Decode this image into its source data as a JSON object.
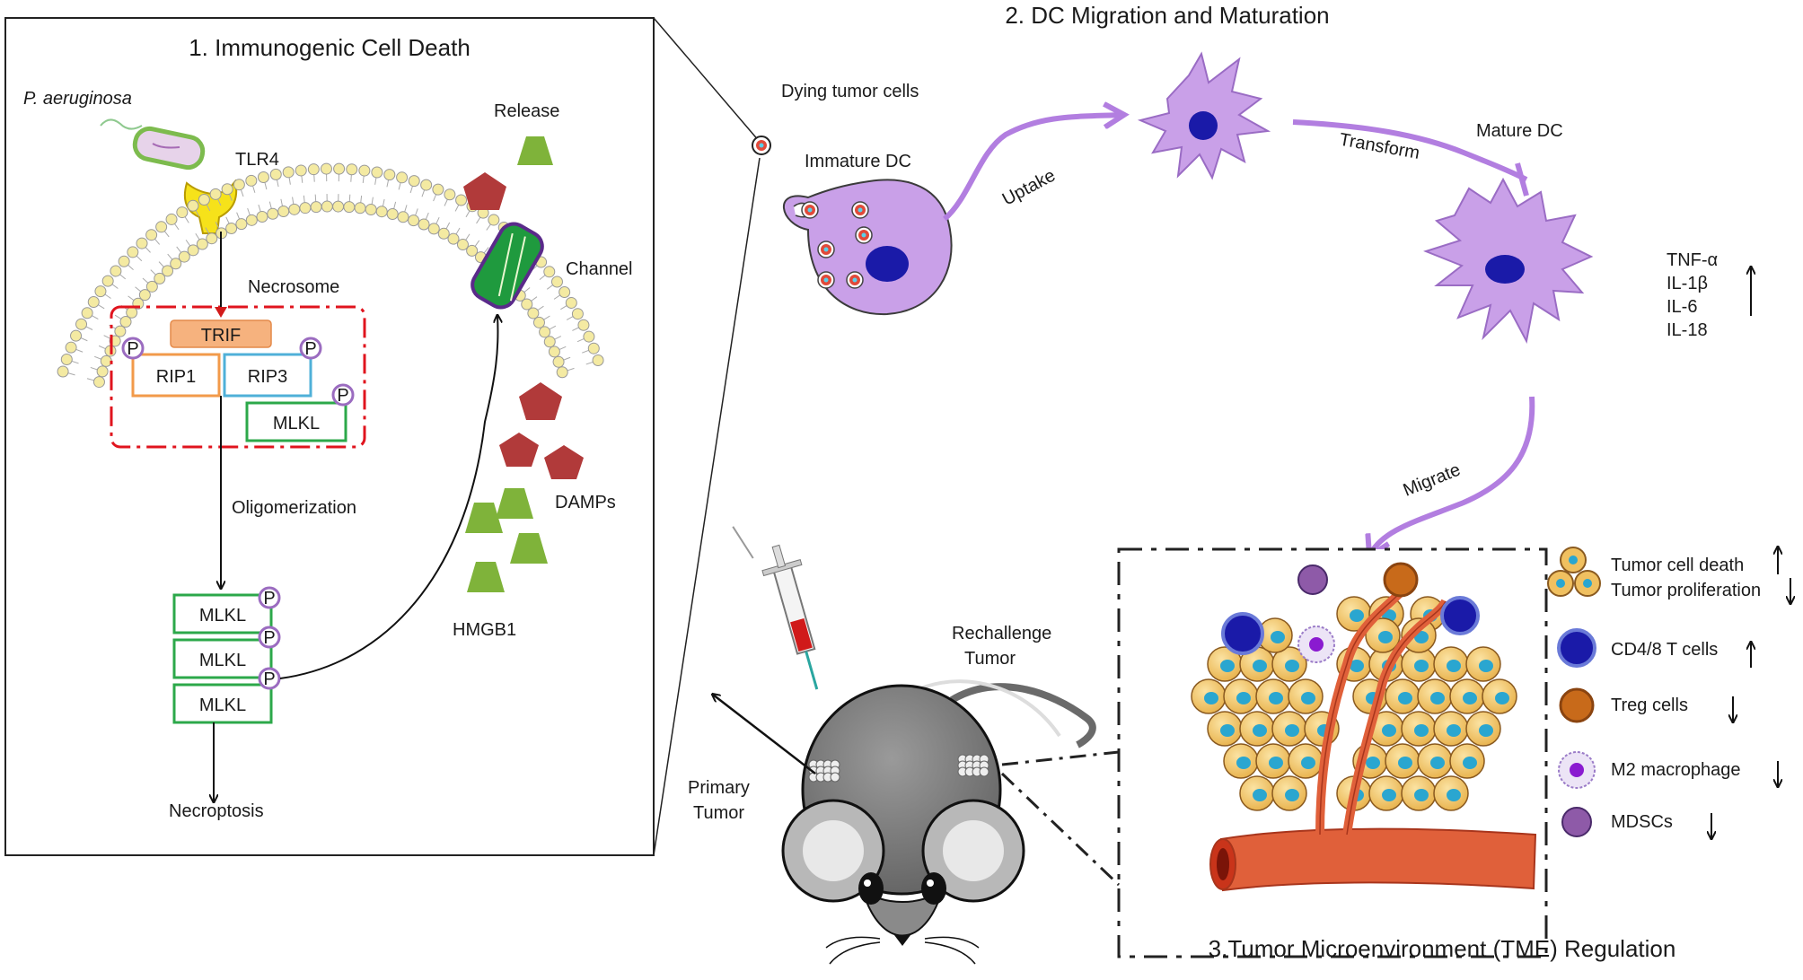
{
  "panel1": {
    "title": "1. Immunogenic Cell Death",
    "pathogen": "P. aeruginosa",
    "receptor": "TLR4",
    "release": "Release",
    "channel": "Channel",
    "necrosome": "Necrosome",
    "trif": "TRIF",
    "rip1": "RIP1",
    "rip3": "RIP3",
    "mlkl": "MLKL",
    "phospho": "P",
    "oligomerization": "Oligomerization",
    "necroptosis": "Necroptosis",
    "damps": "DAMPs",
    "hmgb1": "HMGB1"
  },
  "panel2": {
    "title": "2. DC Migration and Maturation",
    "dying_cells": "Dying tumor cells",
    "immature_dc": "Immature  DC",
    "uptake": "Uptake",
    "transform": "Transform",
    "mature_dc": "Mature  DC",
    "migrate": "Migrate",
    "cytokines": [
      "TNF-α",
      "IL-1β",
      "IL-6",
      "IL-18"
    ]
  },
  "panel3": {
    "title": "3.Tumor Microenvironment (TME) Regulation",
    "rechallenge": [
      "Rechallenge",
      "Tumor"
    ],
    "primary": [
      "Primary",
      "Tumor"
    ],
    "legend": [
      {
        "label": "Tumor cell death",
        "direction": "up"
      },
      {
        "label": "Tumor proliferation",
        "direction": "down"
      },
      {
        "label": "CD4/8 T cells",
        "direction": "up"
      },
      {
        "label": "Treg cells",
        "direction": "down"
      },
      {
        "label": "M2 macrophage",
        "direction": "down"
      },
      {
        "label": "MDSCs",
        "direction": "down"
      }
    ]
  },
  "colors": {
    "dc": "#c9a0e8",
    "dc_stroke": "#9a6cc4",
    "nucleus": "#1a1aa8",
    "membrane_head": "#f4eaa2",
    "necrosome_border": "#e0141e",
    "trif": "#f6b27e",
    "rip1": "#f29a4a",
    "rip3": "#4fb0d8",
    "mlkl": "#2ca84a",
    "phospho": "#9b6cc0",
    "damp": "#b13a3a",
    "hmgb1": "#7fb33a",
    "tumor_cell": "#f0c060",
    "vessel": "#e0603a"
  }
}
